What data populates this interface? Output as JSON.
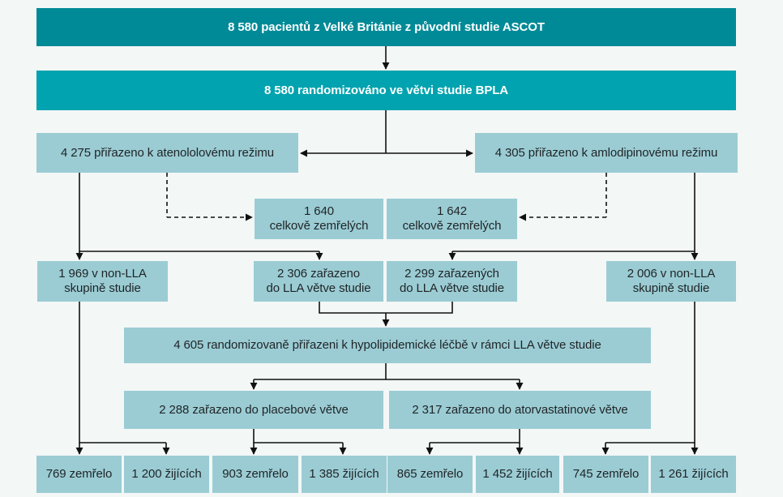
{
  "colors": {
    "header_dark_teal": "#008a97",
    "header_teal": "#00a3af",
    "node_light_blue": "#9bccd4",
    "background": "#f3f7f6",
    "connector_line": "#111111",
    "node_text": "#1f2426",
    "header_text": "#ffffff"
  },
  "flowchart": {
    "title_box": "8 580 pacientů z Velké Británie z původní studie ASCOT",
    "bpla_box": "8 580 randomizováno ve větvi studie BPLA",
    "atenolol_box": "4 275 přiřazeno k atenololovému režimu",
    "amlodipine_box": "4 305 přiřazeno k amlodipinovému režimu",
    "atenolol_deaths": {
      "count": "1 640",
      "label": "celkově zemřelých"
    },
    "amlodipine_deaths": {
      "count": "1 642",
      "label": "celkově zemřelých"
    },
    "non_lla_left": {
      "line1": "1 969 v non-LLA",
      "line2": "skupině studie"
    },
    "lla_left": {
      "line1": "2 306 zařazeno",
      "line2": "do LLA větve studie"
    },
    "lla_right": {
      "line1": "2 299 zařazených",
      "line2": "do LLA větve studie"
    },
    "non_lla_right": {
      "line1": "2 006 v non-LLA",
      "line2": "skupině studie"
    },
    "lla_randomized_box": "4 605 randomizovaně přiřazeni k hypolipidemické léčbě v rámci LLA větve studie",
    "placebo_box": "2 288 zařazeno do placebové větve",
    "atorvastatin_box": "2 317 zařazeno do atorvastatinové větve",
    "outcome_boxes": [
      "769 zemřelo",
      "1 200 žijících",
      "903 zemřelo",
      "1 385 žijících",
      "865 zemřelo",
      "1 452 žijících",
      "745 zemřelo",
      "1 261 žijících"
    ]
  }
}
